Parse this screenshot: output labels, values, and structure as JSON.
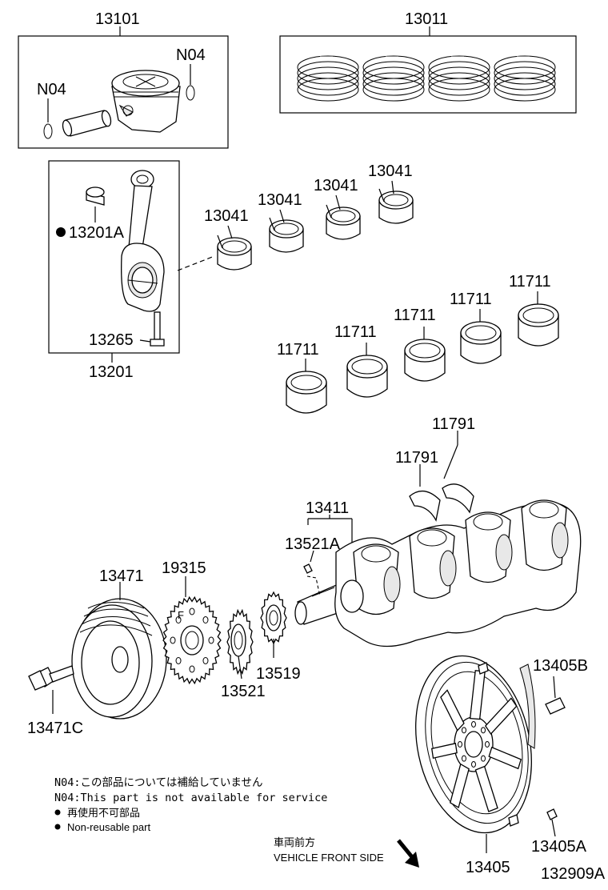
{
  "labels": {
    "p13101": "13101",
    "p13011": "13011",
    "n04_right": "N04",
    "n04_left": "N04",
    "p13201a": "13201A",
    "p13265": "13265",
    "p13201": "13201",
    "p13041_1": "13041",
    "p13041_2": "13041",
    "p13041_3": "13041",
    "p13041_4": "13041",
    "p11711_1": "11711",
    "p11711_2": "11711",
    "p11711_3": "11711",
    "p11711_4": "11711",
    "p11711_5": "11711",
    "p11791_1": "11791",
    "p11791_2": "11791",
    "p13411": "13411",
    "p13521a": "13521A",
    "p13471": "13471",
    "p19315": "19315",
    "p13521": "13521",
    "p13519": "13519",
    "p13471c": "13471C",
    "p13405b": "13405B",
    "p13405a": "13405A",
    "p13405": "13405"
  },
  "notes": {
    "line1": "N04:この部品については補給していません",
    "line2": "N04:This part is not available for service",
    "line3": "再使用不可部品",
    "line4": "Non-reusable part"
  },
  "direction": {
    "jp": "車両前方",
    "en": "VEHICLE FRONT SIDE"
  },
  "figure_id": "132909A",
  "icons": {
    "non_reusable_marker": "filled-circle-icon",
    "front_arrow": "arrow-down-right-icon"
  }
}
